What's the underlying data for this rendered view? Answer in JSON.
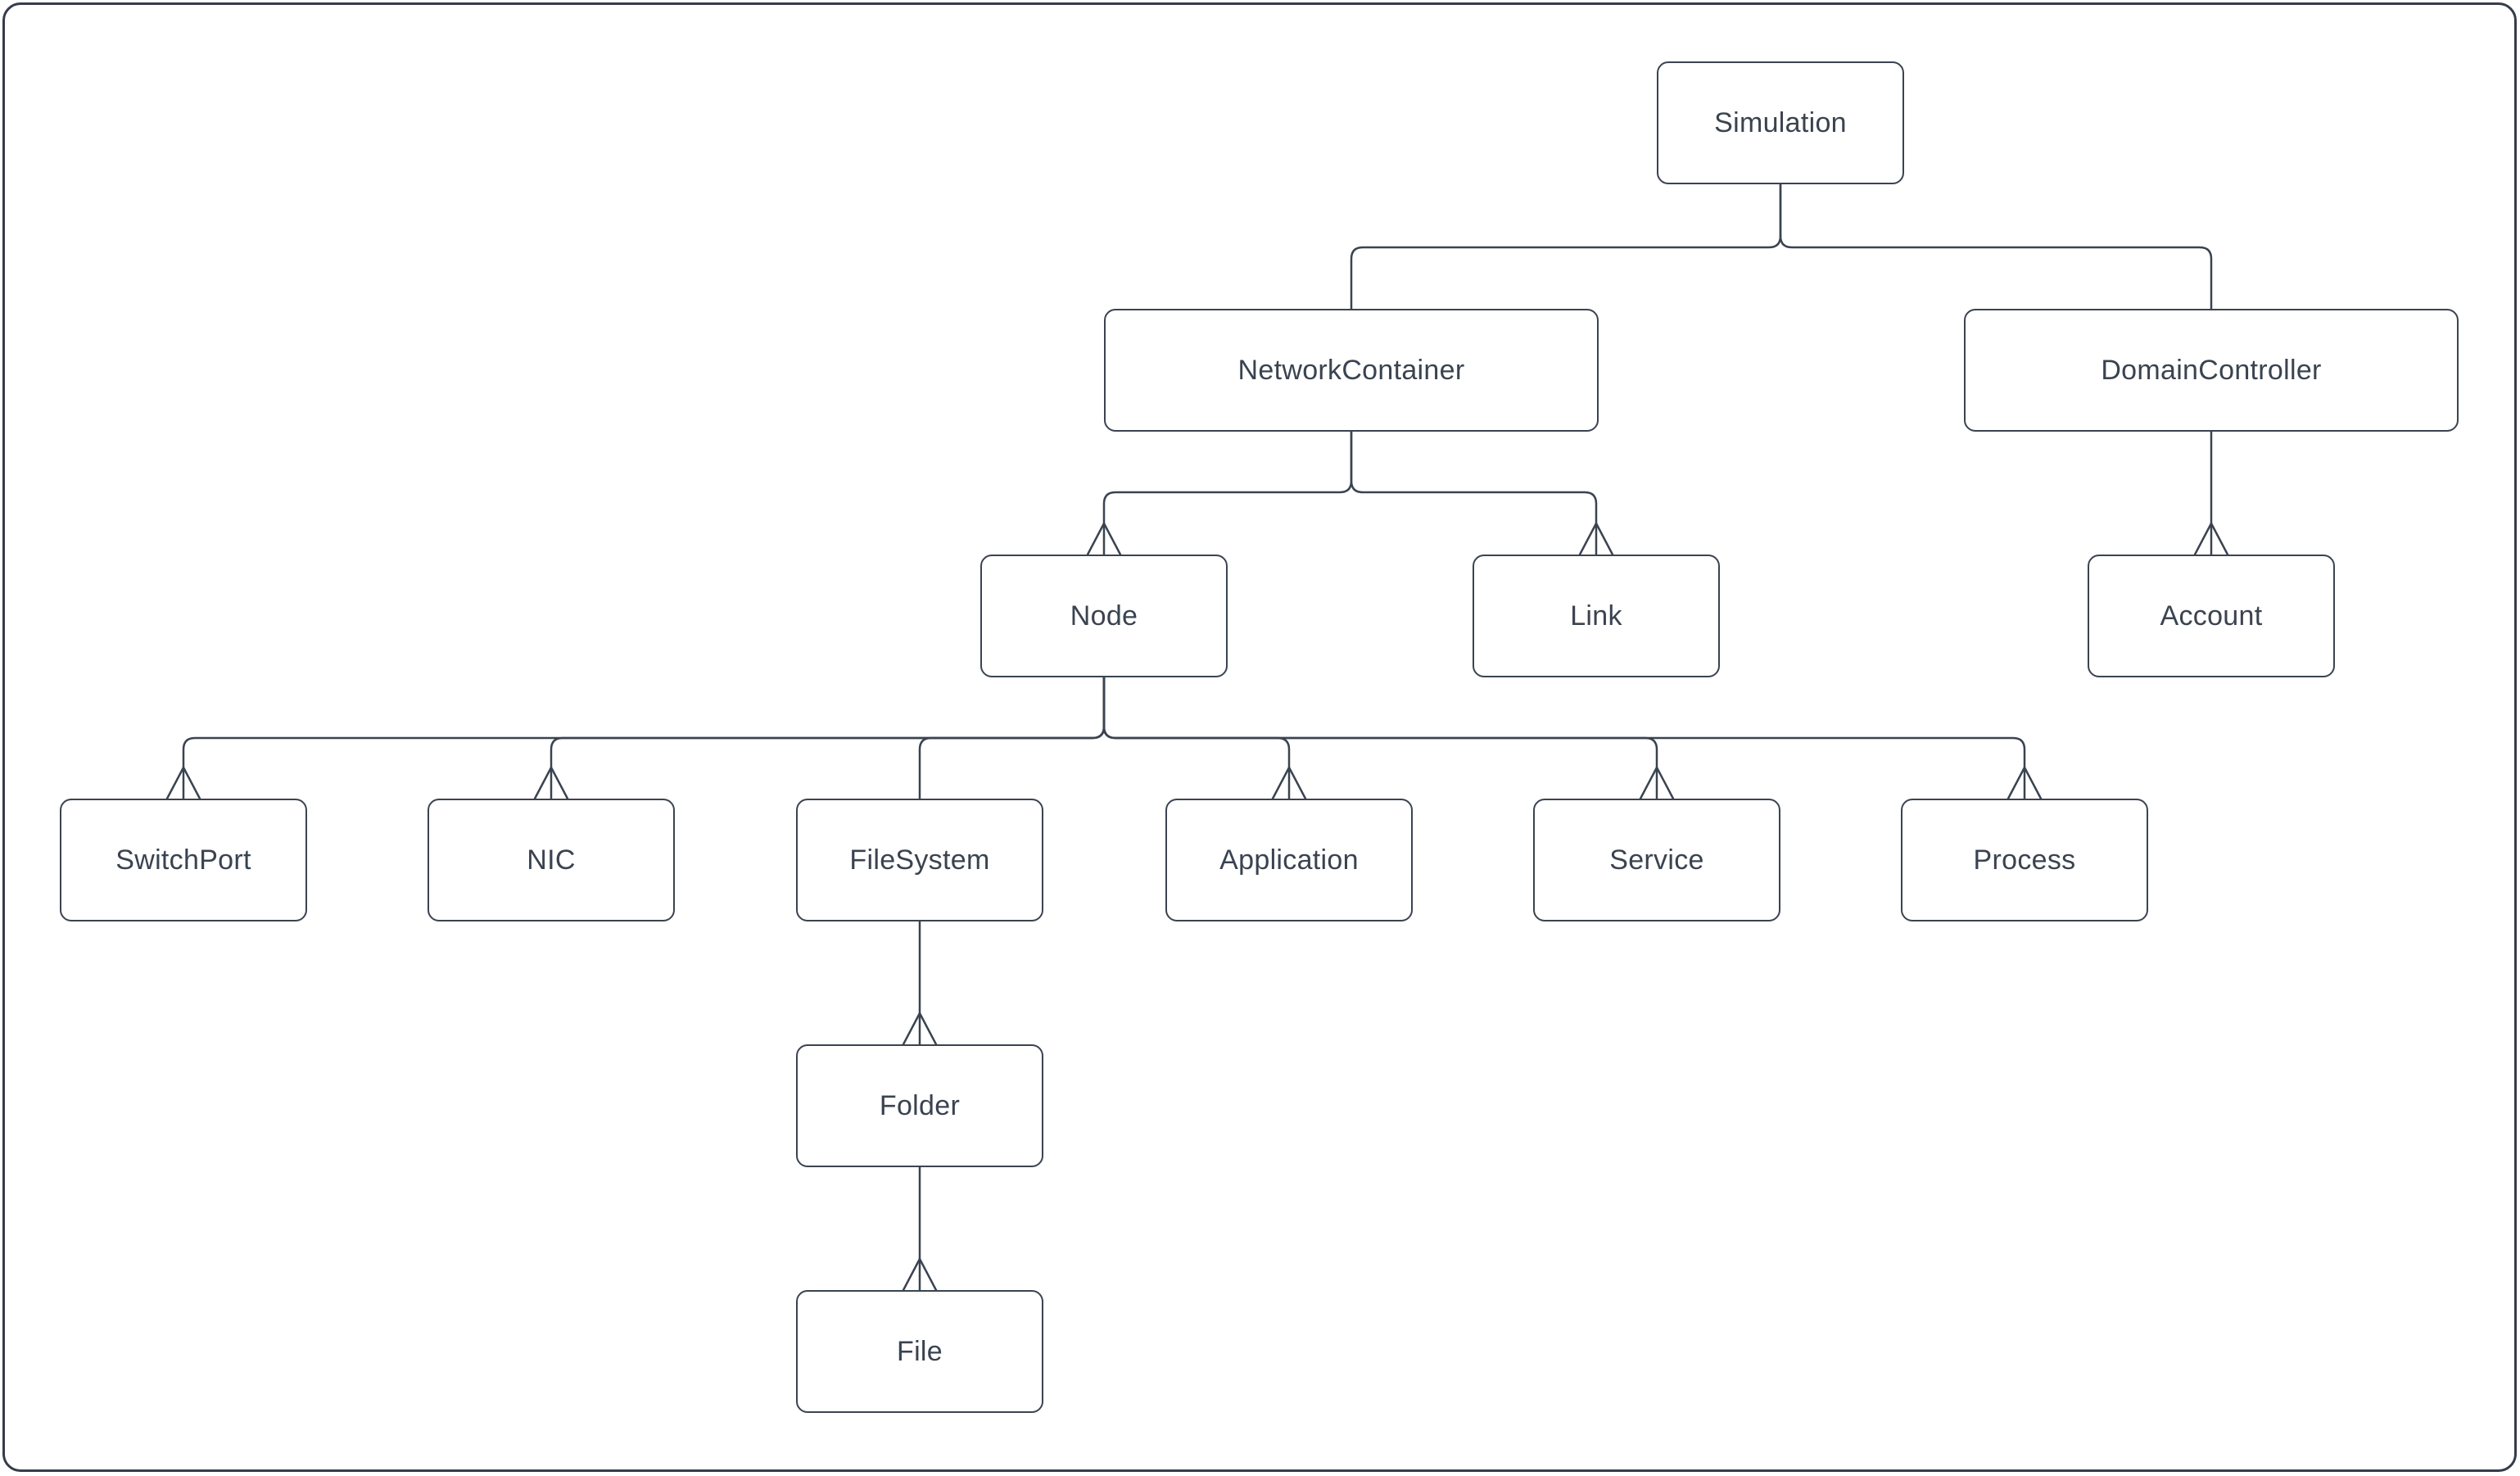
{
  "diagram": {
    "nodes": [
      {
        "id": "simulation",
        "label": "Simulation"
      },
      {
        "id": "network-container",
        "label": "NetworkContainer"
      },
      {
        "id": "domain-controller",
        "label": "DomainController"
      },
      {
        "id": "node",
        "label": "Node"
      },
      {
        "id": "link",
        "label": "Link"
      },
      {
        "id": "account",
        "label": "Account"
      },
      {
        "id": "switch-port",
        "label": "SwitchPort"
      },
      {
        "id": "nic",
        "label": "NIC"
      },
      {
        "id": "file-system",
        "label": "FileSystem"
      },
      {
        "id": "application",
        "label": "Application"
      },
      {
        "id": "service",
        "label": "Service"
      },
      {
        "id": "process",
        "label": "Process"
      },
      {
        "id": "folder",
        "label": "Folder"
      },
      {
        "id": "file",
        "label": "File"
      }
    ],
    "edges": [
      {
        "from": "simulation",
        "to": "network-container",
        "crow_foot": false
      },
      {
        "from": "simulation",
        "to": "domain-controller",
        "crow_foot": false
      },
      {
        "from": "network-container",
        "to": "node",
        "crow_foot": true
      },
      {
        "from": "network-container",
        "to": "link",
        "crow_foot": true
      },
      {
        "from": "domain-controller",
        "to": "account",
        "crow_foot": true
      },
      {
        "from": "node",
        "to": "switch-port",
        "crow_foot": true
      },
      {
        "from": "node",
        "to": "nic",
        "crow_foot": true
      },
      {
        "from": "node",
        "to": "file-system",
        "crow_foot": false
      },
      {
        "from": "node",
        "to": "application",
        "crow_foot": true
      },
      {
        "from": "node",
        "to": "service",
        "crow_foot": true
      },
      {
        "from": "node",
        "to": "process",
        "crow_foot": true
      },
      {
        "from": "file-system",
        "to": "folder",
        "crow_foot": true
      },
      {
        "from": "folder",
        "to": "file",
        "crow_foot": true
      }
    ],
    "colors": {
      "stroke": "#3a4350",
      "text": "#3a4350",
      "frame": "#343d49",
      "background": "#ffffff"
    }
  }
}
